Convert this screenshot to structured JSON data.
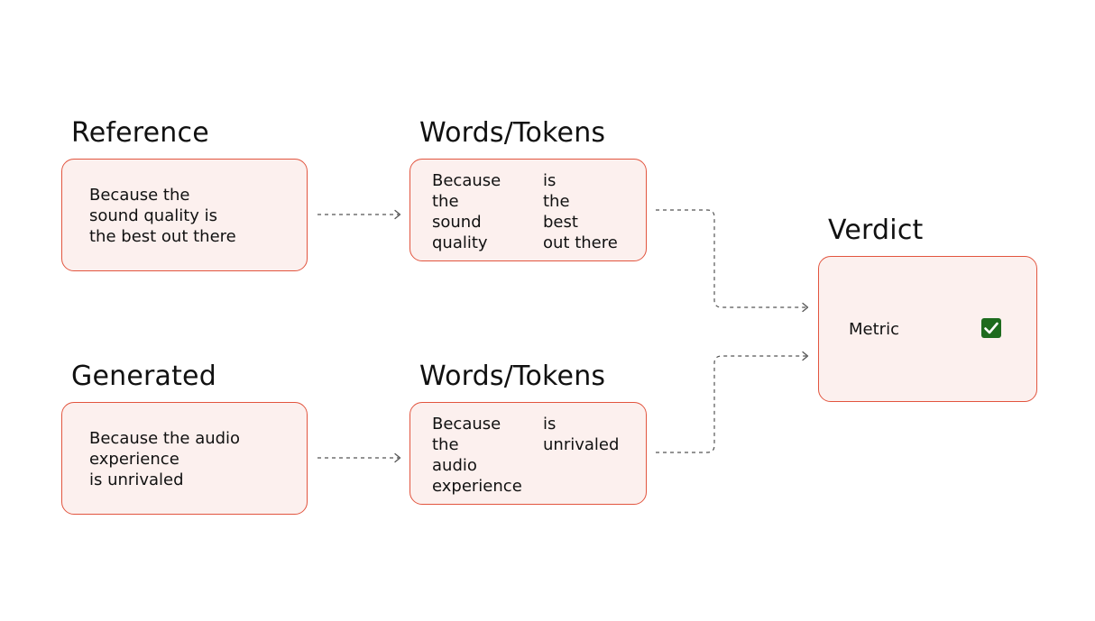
{
  "reference": {
    "title": "Reference",
    "lines": [
      "Because the",
      "sound quality is",
      "the best out there"
    ]
  },
  "generated": {
    "title": "Generated",
    "lines": [
      "Because the audio",
      "experience",
      "is unrivaled"
    ]
  },
  "ref_tokens": {
    "title": "Words/Tokens",
    "col1": [
      "Because",
      "the",
      "sound",
      "quality"
    ],
    "col2": [
      "is",
      "the",
      "best",
      "out there"
    ]
  },
  "gen_tokens": {
    "title": "Words/Tokens",
    "col1": [
      "Because",
      "the",
      "audio",
      "experience"
    ],
    "col2": [
      "is",
      "unrivaled"
    ]
  },
  "verdict": {
    "title": "Verdict",
    "metric_label": "Metric",
    "check_icon": "checkmark-icon",
    "check_color": "#1e6b1e"
  },
  "colors": {
    "box_border": "#e2553f",
    "box_fill": "#fcf0ee",
    "connector": "#555555"
  }
}
